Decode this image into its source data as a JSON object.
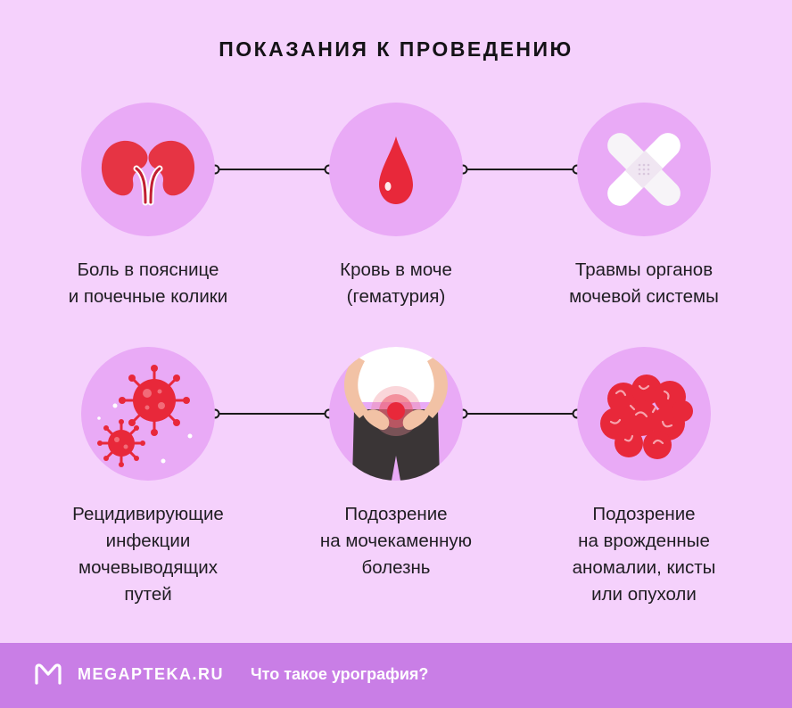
{
  "title": "ПОКАЗАНИЯ К ПРОВЕДЕНИЮ",
  "indications": [
    {
      "icon": "kidneys-icon",
      "lines": [
        "Боль в пояснице",
        "и почечные колики"
      ]
    },
    {
      "icon": "blood-drop-icon",
      "lines": [
        "Кровь в моче",
        "(гематурия)"
      ]
    },
    {
      "icon": "bandage-icon",
      "lines": [
        "Травмы органов",
        "мочевой системы"
      ]
    },
    {
      "icon": "virus-icon",
      "lines": [
        "Рецидивирующие",
        "инфекции",
        "мочевыводящих",
        "путей"
      ]
    },
    {
      "icon": "groin-pain-icon",
      "lines": [
        "Подозрение",
        "на мочекаменную",
        "болезнь"
      ]
    },
    {
      "icon": "tumor-icon",
      "lines": [
        "Подозрение",
        "на врожденные",
        "аномалии, кисты",
        "или опухоли"
      ]
    }
  ],
  "footer": {
    "brand": "MEGAPTEKA.RU",
    "link": "Что такое урография?"
  },
  "colors": {
    "background": "#f5d1fc",
    "circle": "#e9aaf6",
    "accent_red": "#e8283a",
    "footer": "#c97ee6"
  }
}
